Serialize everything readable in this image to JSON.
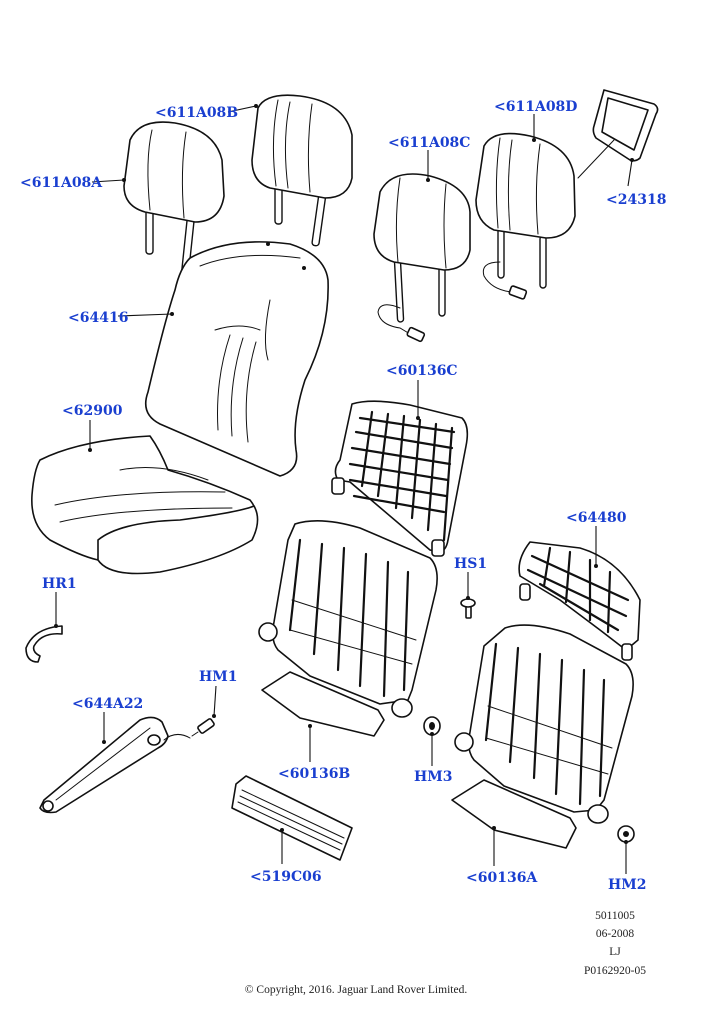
{
  "callouts": {
    "c611A08A": "<611A08A",
    "c611A08B": "<611A08B",
    "c611A08C": "<611A08C",
    "c611A08D": "<611A08D",
    "c24318": "<24318",
    "c64416": "<64416",
    "c62900": "<62900",
    "c60136C": "<60136C",
    "c64480": "<64480",
    "cHS1": "HS1",
    "cHR1": "HR1",
    "cHM1": "HM1",
    "c644A22": "<644A22",
    "c60136B": "<60136B",
    "cHM3": "HM3",
    "c519C06": "<519C06",
    "c60136A": "<60136A",
    "cHM2": "HM2"
  },
  "footer": {
    "line1": "5011005",
    "line2": "06-2008",
    "line3": "LJ",
    "line4": "P0162920-05",
    "copyright": "© Copyright, 2016. Jaguar Land Rover Limited."
  },
  "colors": {
    "callout": "#1a3fd0",
    "line": "#111111",
    "background": "#ffffff"
  }
}
